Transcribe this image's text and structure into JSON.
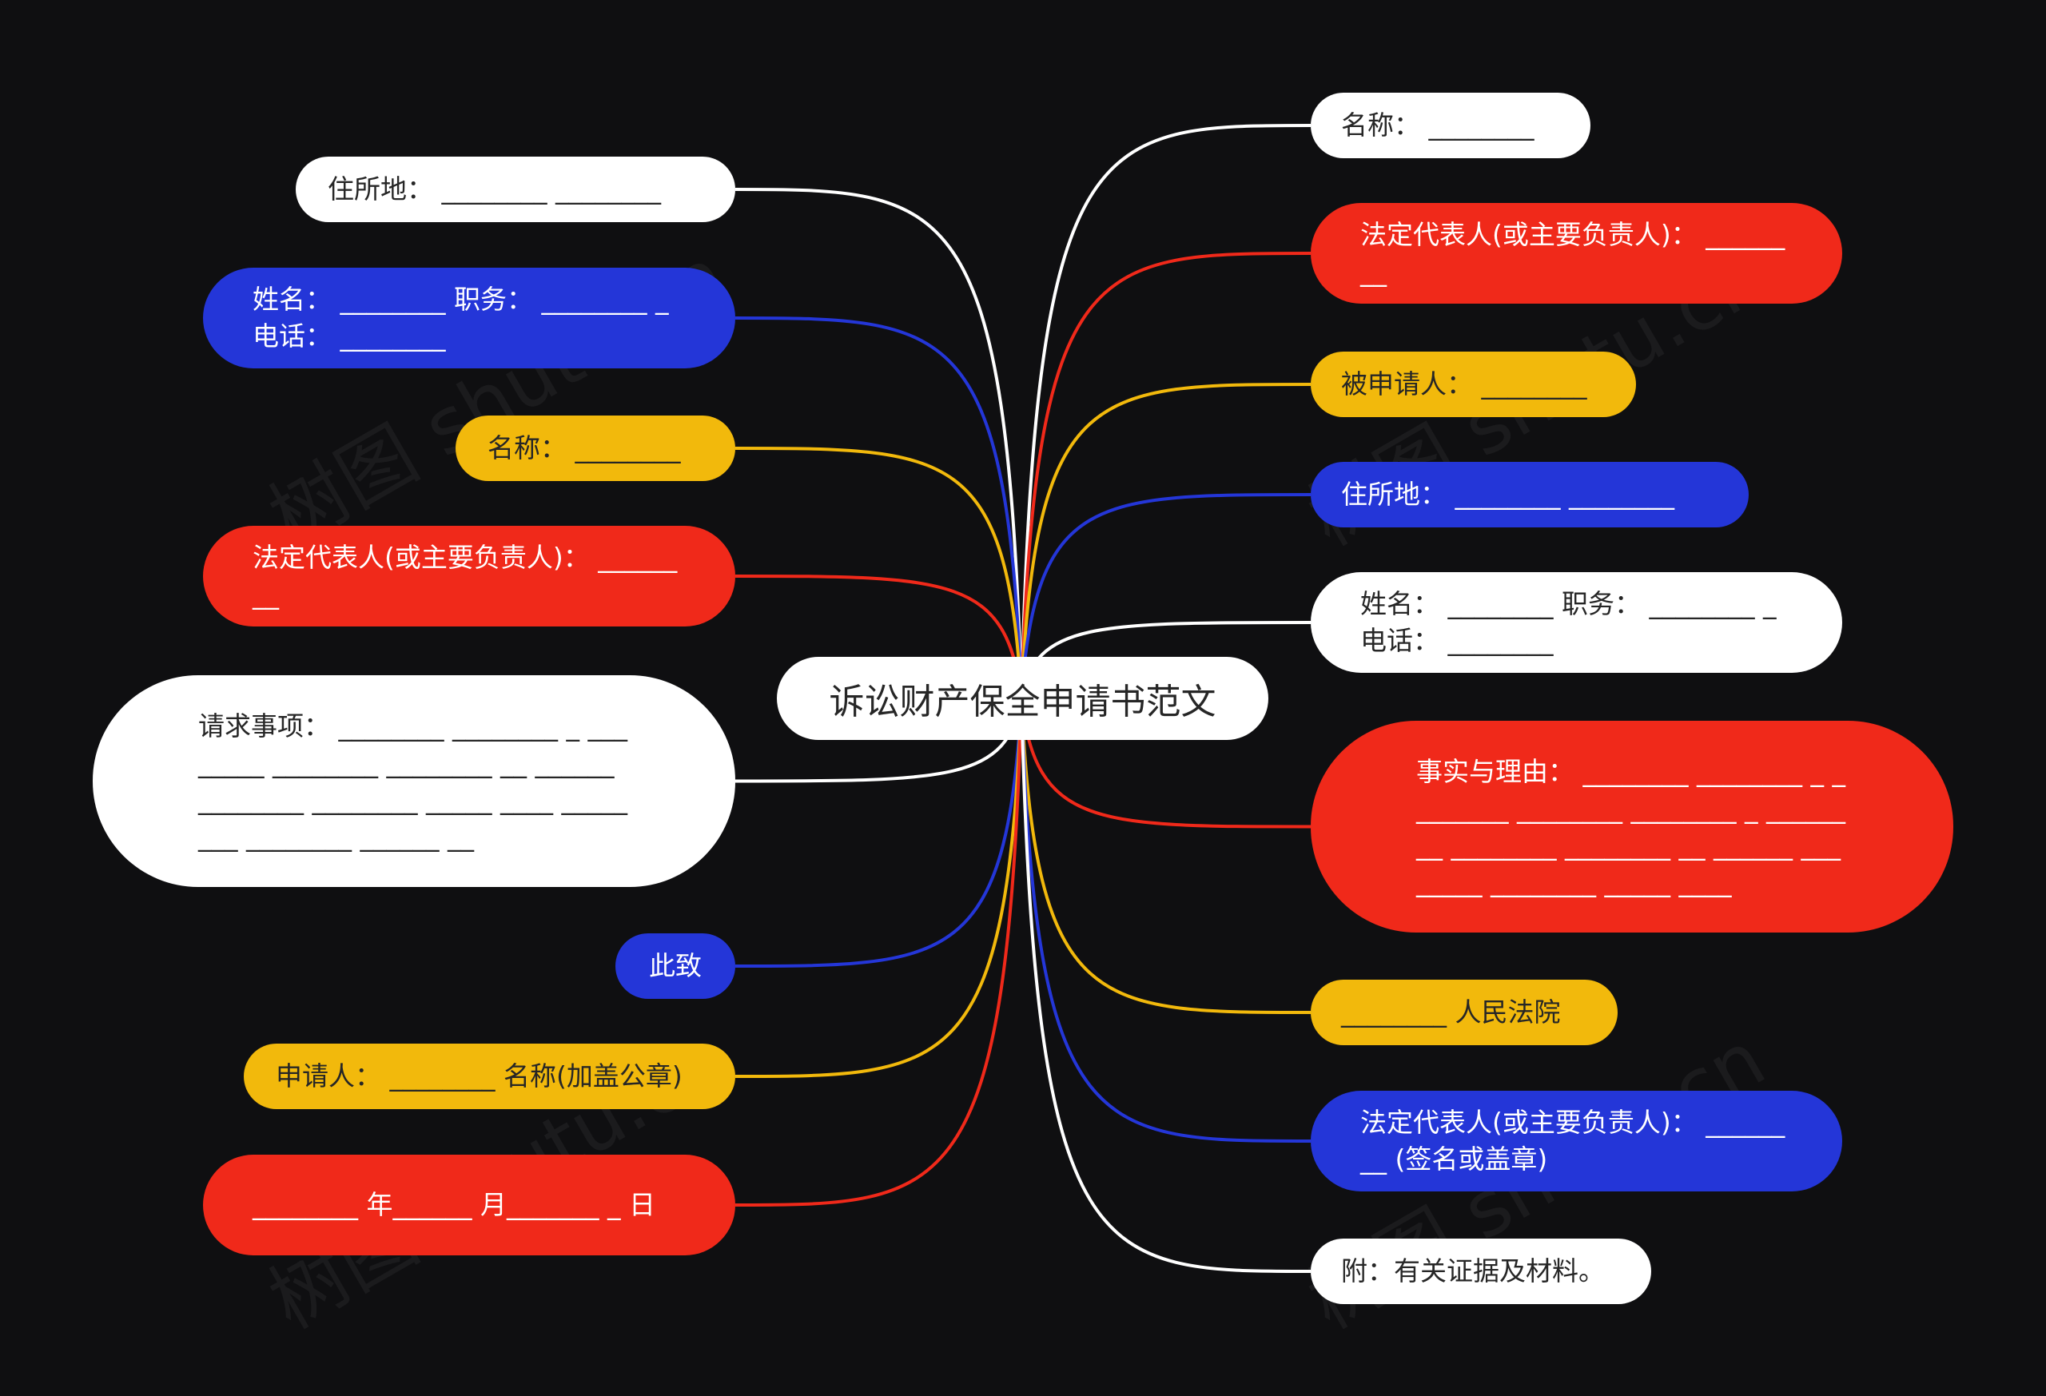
{
  "root": {
    "label": "诉讼财产保全申请书范文"
  },
  "watermark": "树图 shutu.cn",
  "colors": {
    "white": "#ffffff",
    "blue": "#2436d8",
    "yellow": "#f2b90c",
    "red": "#f0291a",
    "background": "#0f0f11"
  },
  "left_nodes": [
    {
      "id": "l1",
      "color": "white",
      "label": "住所地： ________ ________"
    },
    {
      "id": "l2",
      "color": "blue",
      "label": "姓名： ________ 职务： ________ _电话： ________"
    },
    {
      "id": "l3",
      "color": "yellow",
      "label": "名称： ________"
    },
    {
      "id": "l4",
      "color": "red",
      "label": "法定代表人(或主要负责人)： ________"
    },
    {
      "id": "l5",
      "color": "white",
      "label": "请求事项： ________ ________ _ ________ ________ ________ __ ______ ________ ________ _____ ____ ________ ________ ______ __"
    },
    {
      "id": "l6",
      "color": "blue",
      "label": "此致"
    },
    {
      "id": "l7",
      "color": "yellow",
      "label": "申请人： ________ 名称(加盖公章)"
    },
    {
      "id": "l8",
      "color": "red",
      "label": "________ 年______ 月_______ _ 日"
    }
  ],
  "right_nodes": [
    {
      "id": "r1",
      "color": "white",
      "label": "名称： ________"
    },
    {
      "id": "r2",
      "color": "red",
      "label": "法定代表人(或主要负责人)： ________"
    },
    {
      "id": "r3",
      "color": "yellow",
      "label": "被申请人： ________"
    },
    {
      "id": "r4",
      "color": "blue",
      "label": "住所地： ________ ________"
    },
    {
      "id": "r5",
      "color": "white",
      "label": "姓名： ________ 职务： ________ _电话： ________"
    },
    {
      "id": "r6",
      "color": "red",
      "label": "事实与理由： ________ ________ _ ________ ________ ________ _ ________ ________ ________ __ ______ ________ ________ _____ ____"
    },
    {
      "id": "r7",
      "color": "yellow",
      "label": "________ 人民法院"
    },
    {
      "id": "r8",
      "color": "blue",
      "label": "法定代表人(或主要负责人)： ________ (签名或盖章)"
    },
    {
      "id": "r9",
      "color": "white",
      "label": "附：有关证据及材料。"
    }
  ]
}
